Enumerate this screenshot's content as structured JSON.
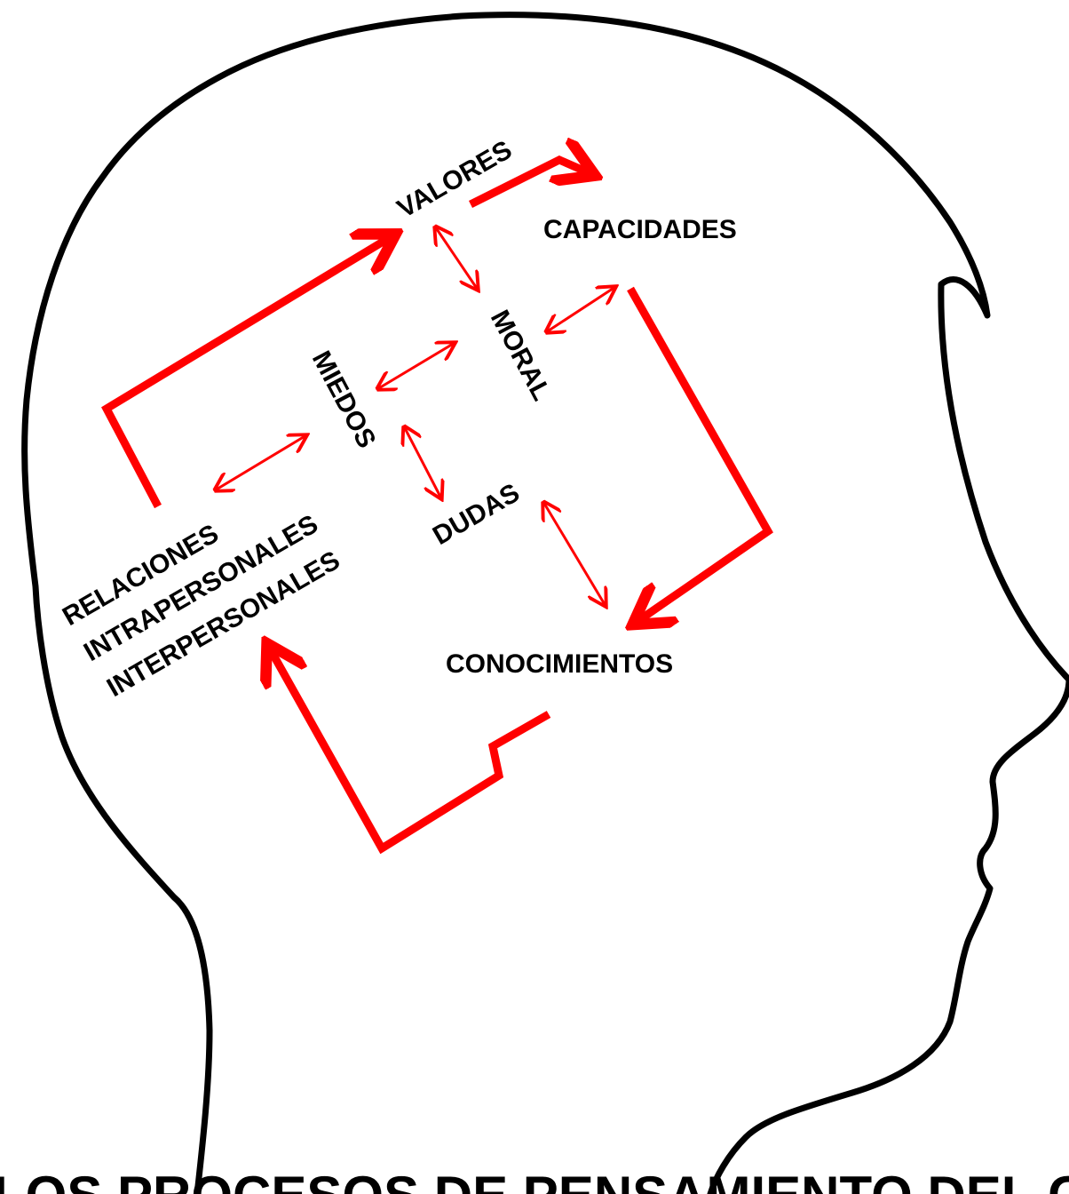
{
  "colors": {
    "arrow": "#ff0000",
    "outline": "#000000",
    "background": "#ffffff",
    "text": "#000000"
  },
  "labels": {
    "valores": "VALORES",
    "capacidades": "CAPACIDADES",
    "moral": "MORAL",
    "miedos": "MIEDOS",
    "dudas": "DUDAS",
    "relaciones": "RELACIONES",
    "intrapersonales": "INTRAPERSONALES",
    "interpersonales": "INTERPERSONALES",
    "conocimientos": "CONOCIMIENTOS"
  },
  "bottom_title": "LOS PROCESOS DE PENSAMIENTO DEL CUIDADO"
}
